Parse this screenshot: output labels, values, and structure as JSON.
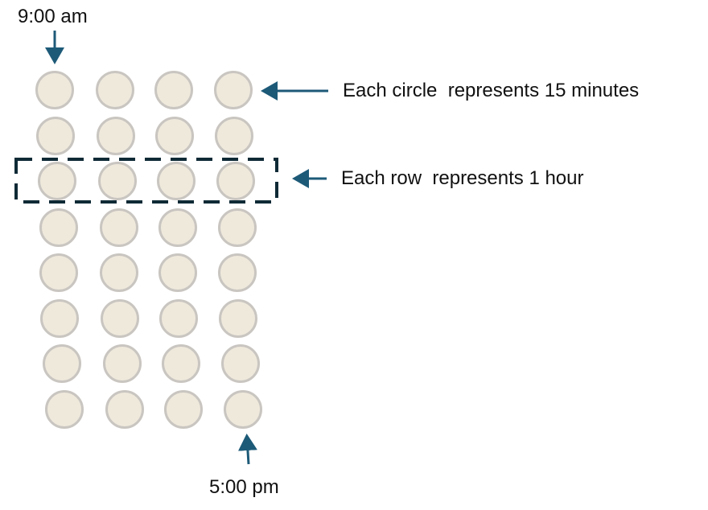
{
  "labels": {
    "start_time": "9:00 am",
    "end_time": "5:00 pm",
    "circle_note": "Each circle  represents 15 minutes",
    "row_note": "Each row  represents 1 hour"
  },
  "grid": {
    "rows": 8,
    "columns": 4,
    "highlighted_row": 3
  },
  "colors": {
    "circle_fill": "#efe9dc",
    "circle_stroke": "#c9c5c0",
    "arrow": "#1d5a78",
    "highlight_border": "#0f2a36",
    "text": "#111111"
  }
}
